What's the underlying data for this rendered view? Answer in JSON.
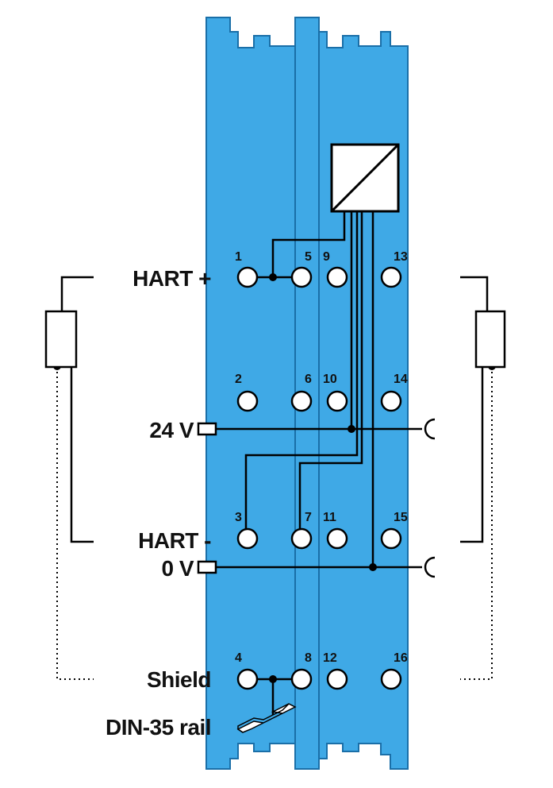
{
  "colors": {
    "module_fill": "#3fa9e6",
    "module_stroke": "#1a6fa8",
    "wire": "#000000",
    "background": "#ffffff"
  },
  "labels": {
    "hart_plus": "HART +",
    "v24": "24 V",
    "hart_minus": "HART -",
    "v0": "0 V",
    "shield": "Shield",
    "din_rail": "DIN-35 rail"
  },
  "terminals": {
    "t1": "1",
    "t2": "2",
    "t3": "3",
    "t4": "4",
    "t5": "5",
    "t6": "6",
    "t7": "7",
    "t8": "8",
    "t9": "9",
    "t10": "10",
    "t11": "11",
    "t12": "12",
    "t13": "13",
    "t14": "14",
    "t15": "15",
    "t16": "16"
  },
  "icons": {
    "converter": "signal-converter-icon",
    "rail": "din-rail-icon",
    "sensor_left": "resistor-icon",
    "sensor_right": "resistor-icon"
  }
}
